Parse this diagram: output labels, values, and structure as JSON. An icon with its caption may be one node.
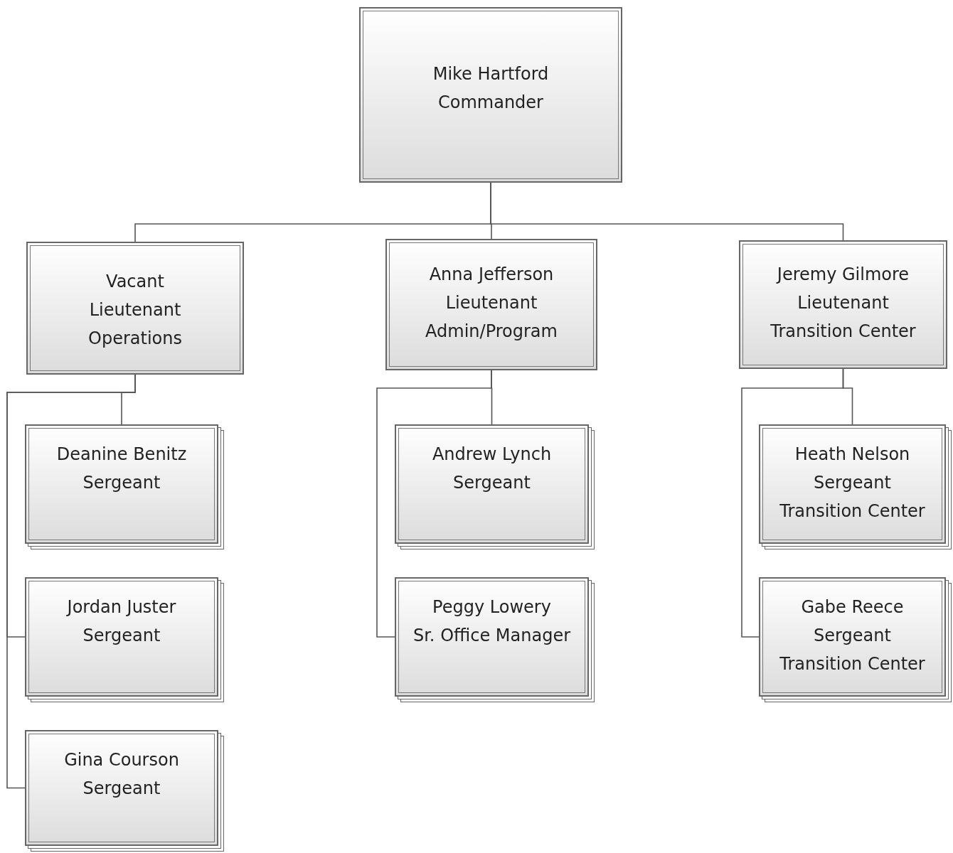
{
  "diagram": {
    "nodes": [
      {
        "text": [
          "Mike Hartford",
          "Commander"
        ]
      },
      {
        "text": [
          "Vacant",
          "Lieutenant",
          "Operations"
        ]
      },
      {
        "text": [
          "Anna Jefferson",
          "Lieutenant",
          "Admin/Program"
        ]
      },
      {
        "text": [
          "Jeremy Gilmore",
          "Lieutenant",
          "Transition Center"
        ]
      },
      {
        "text": [
          "Deanine Benitz",
          "Sergeant"
        ]
      },
      {
        "text": [
          "Jordan Juster",
          "Sergeant"
        ]
      },
      {
        "text": [
          "Gina Courson",
          "Sergeant"
        ]
      },
      {
        "text": [
          "Andrew Lynch",
          "Sergeant"
        ]
      },
      {
        "text": [
          "Peggy Lowery",
          "Sr. Office Manager"
        ]
      },
      {
        "text": [
          "Heath Nelson",
          "Sergeant",
          "Transition Center"
        ]
      },
      {
        "text": [
          "Gabe Reece",
          "Sergeant",
          "Transition Center"
        ]
      }
    ],
    "edges": [
      {
        "from": 0,
        "to": 1,
        "arrow": "none"
      },
      {
        "from": 0,
        "to": 2,
        "arrow": "none"
      },
      {
        "from": 0,
        "to": 3,
        "arrow": "none"
      },
      {
        "from": 1,
        "to": 4,
        "arrow": "none"
      },
      {
        "from": 1,
        "to": 5,
        "arrow": "none"
      },
      {
        "from": 1,
        "to": 6,
        "arrow": "none"
      },
      {
        "from": 2,
        "to": 7,
        "arrow": "none"
      },
      {
        "from": 2,
        "to": 8,
        "arrow": "none"
      },
      {
        "from": 3,
        "to": 9,
        "arrow": "none"
      },
      {
        "from": 3,
        "to": 10,
        "arrow": "none"
      }
    ]
  }
}
